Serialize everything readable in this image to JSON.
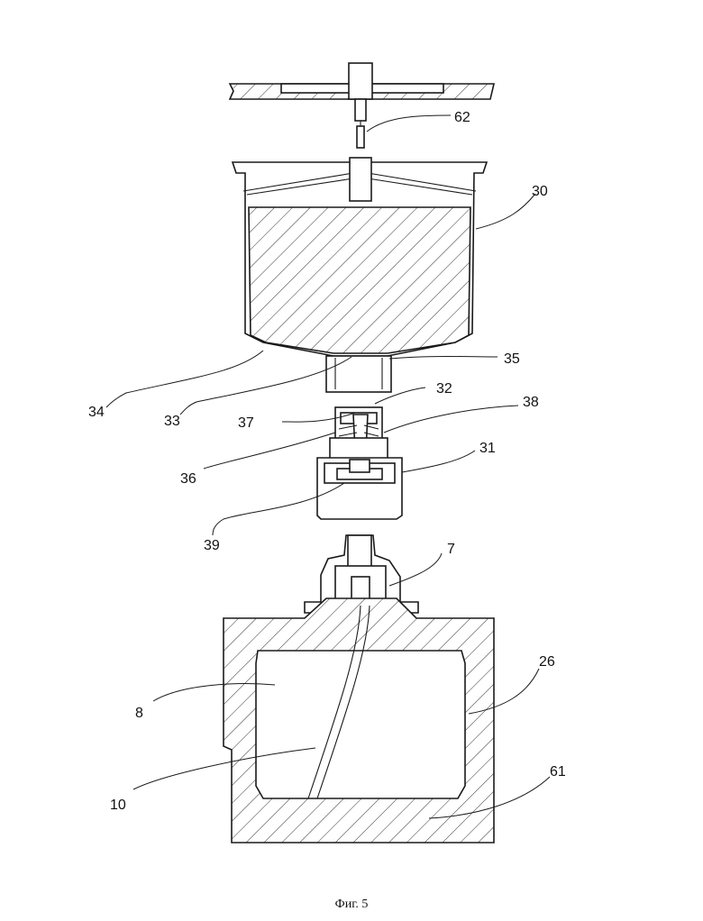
{
  "figure": {
    "caption": "Фиг. 5",
    "labels": {
      "l62": "62",
      "l30": "30",
      "l35": "35",
      "l34": "34",
      "l33": "33",
      "l32": "32",
      "l38": "38",
      "l37": "37",
      "l31": "31",
      "l36": "36",
      "l39": "39",
      "l7": "7",
      "l26": "26",
      "l8": "8",
      "l61": "61",
      "l10": "10"
    }
  }
}
